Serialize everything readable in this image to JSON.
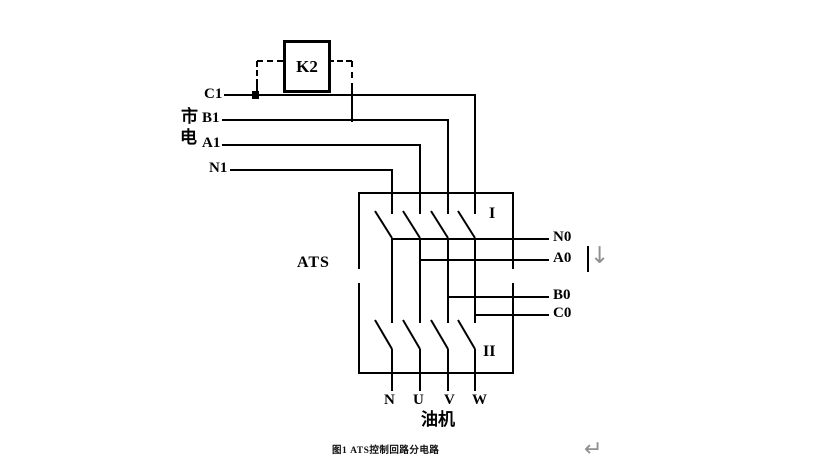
{
  "diagram": {
    "relay": "K2",
    "mains": {
      "chars": [
        "市",
        "电"
      ]
    },
    "inputs": [
      "C1",
      "B1",
      "A1",
      "N1"
    ],
    "ats": "ATS",
    "sections": [
      "I",
      "II"
    ],
    "outputs": [
      "N0",
      "A0",
      "B0",
      "C0"
    ],
    "gen_terminals": [
      "N",
      "U",
      "V",
      "W"
    ],
    "gen": "油机",
    "caption": "图1 ATS控制回路分电路"
  },
  "marks": {
    "down_arrow": "↓",
    "return_mark": "↵"
  },
  "colors": {
    "line": "#000000",
    "mark_gray": "#8f8f8f",
    "background": "#ffffff"
  }
}
